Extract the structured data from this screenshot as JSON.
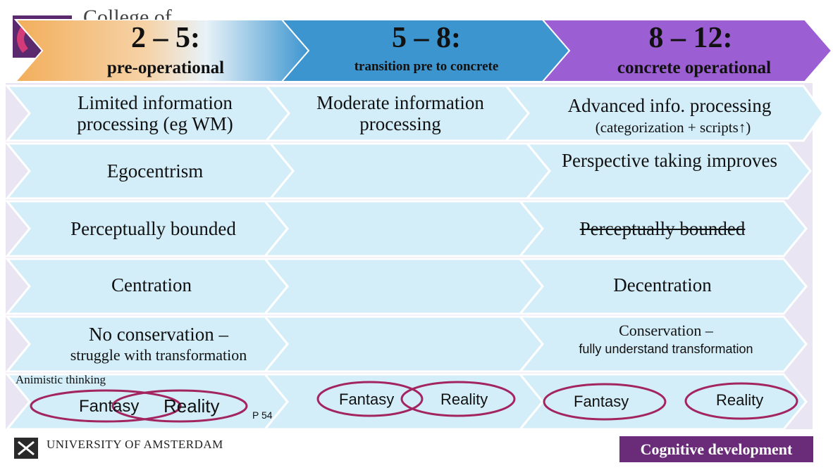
{
  "header_partial": "College of",
  "stages": [
    {
      "range": "2 – 5:",
      "name": "pre-operational"
    },
    {
      "range": "5 – 8:",
      "name": "transition pre to concrete"
    },
    {
      "range": "8 – 12:",
      "name": "concrete operational"
    }
  ],
  "rows": [
    {
      "col1": "Limited information processing (eg WM)",
      "col2": "Moderate information processing",
      "col3_main": "Advanced info. processing",
      "col3_sub": "(categorization + scripts↑)"
    },
    {
      "col1": "Egocentrism",
      "col2": "",
      "col3_main": "Perspective taking improves"
    },
    {
      "col1": "Perceptually bounded",
      "col2": "",
      "col3_main": "Perceptually bounded"
    },
    {
      "col1": "Centration",
      "col2": "",
      "col3_main": "Decentration"
    },
    {
      "col1_main": "No conservation –",
      "col1_sub": "struggle with transformation",
      "col2": "",
      "col3_main": "Conservation –",
      "col3_sub": "fully understand transformation"
    }
  ],
  "fantasy_row": {
    "note": "Animistic thinking",
    "col1": {
      "fantasy": "Fantasy",
      "reality": "Reality"
    },
    "page_ref": "P 54",
    "col2": {
      "fantasy": "Fantasy",
      "reality": "Reality"
    },
    "col3": {
      "fantasy": "Fantasy",
      "reality": "Reality"
    }
  },
  "footer": {
    "university": "UNIVERSITY OF AMSTERDAM",
    "course": "Cognitive development"
  },
  "colors": {
    "stage1_orange": "#f2ae5b",
    "stage2_blue": "#3d95cf",
    "stage3_purple": "#9b5ed3",
    "chevron_fill": "#d3eef9",
    "oval_stroke": "#a3255f",
    "course_badge": "#6a2c78"
  }
}
